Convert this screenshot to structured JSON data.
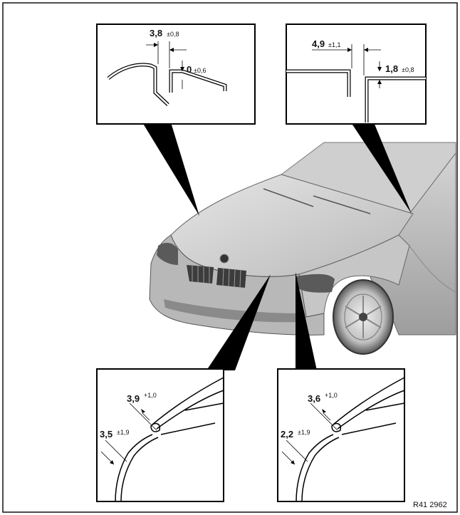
{
  "callouts": {
    "top_left": {
      "main": "3,8",
      "tol": "±0,8",
      "main2": "0",
      "tol2": "±0,6"
    },
    "top_right": {
      "main": "4,9",
      "tol": "±1,1",
      "main2": "1,8",
      "tol2": "±0,8"
    },
    "bottom_left": {
      "main": "3,9",
      "tol": "+1,0",
      "main2": "3,5",
      "tol2": "±1,9"
    },
    "bottom_right": {
      "main": "3,6",
      "tol": "+1,0",
      "main2": "2,2",
      "tol2": "±1,9"
    }
  },
  "reference": "R41 2962",
  "colors": {
    "ink": "#111111",
    "car_light": "#d8d8d8",
    "car_mid": "#b5b5b5",
    "car_dark": "#6a6a6a"
  }
}
